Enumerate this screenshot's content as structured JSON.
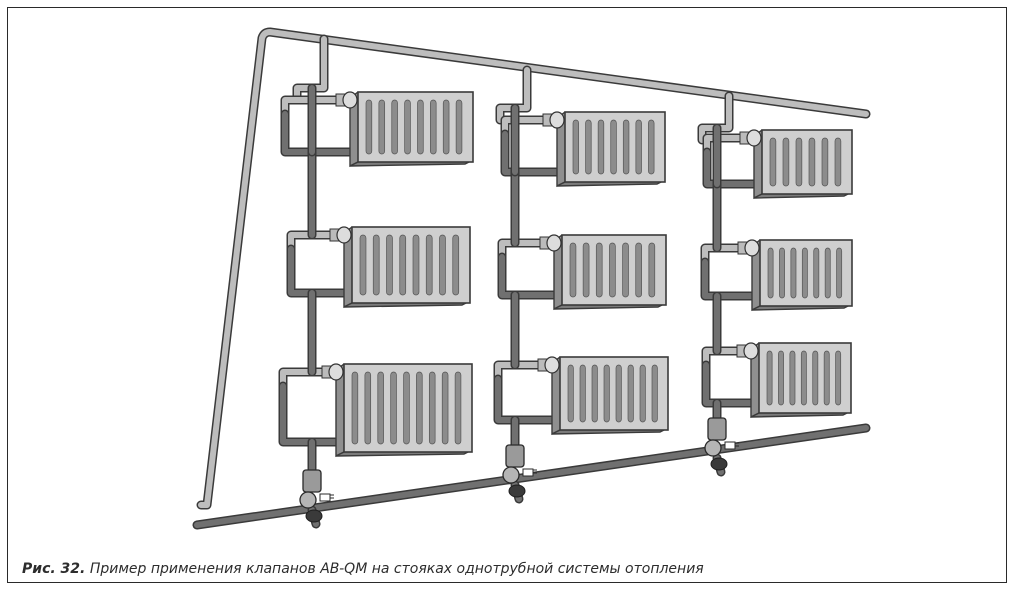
{
  "figure": {
    "caption_number": "Рис. 32.",
    "caption_text": " Пример применения клапанов AB-QM на стояках однотрубной системы отопления"
  },
  "diagram": {
    "risers": 3,
    "radiators_per_riser": 3,
    "colors": {
      "pipe_supply": "#bdbdbd",
      "pipe_return": "#707070",
      "pipe_outline": "#3a3a3a",
      "radiator_face": "#cfcfcf",
      "radiator_slot": "#8c8c8c",
      "valve_body": "#9a9a9a"
    }
  }
}
